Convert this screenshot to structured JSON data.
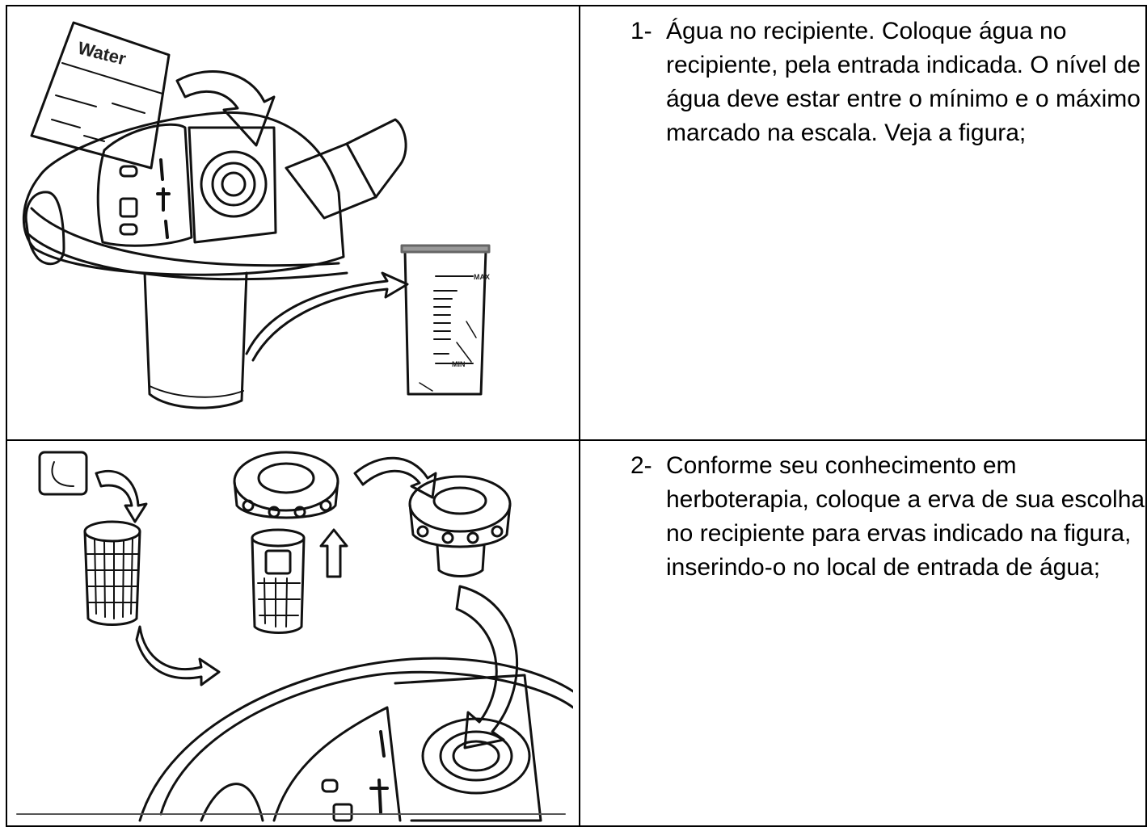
{
  "document": {
    "rows": [
      {
        "illustration": {
          "name": "water-filling-illustration",
          "label": "Water",
          "max_label": "MAX",
          "min_label": "MIN"
        },
        "step_number": "1-",
        "step_text": "Água no recipiente. Coloque água no recipiente, pela entrada indicada. O nível de água deve estar entre o mínimo e o máximo marcado na escala. Veja a figura;"
      },
      {
        "illustration": {
          "name": "herb-insertion-illustration"
        },
        "step_number": "2-",
        "step_text": "Conforme seu conhecimento em herboterapia, coloque a erva de sua escolha no recipiente para ervas indicado na figura, inserindo-o no local de entrada de água;"
      }
    ]
  }
}
